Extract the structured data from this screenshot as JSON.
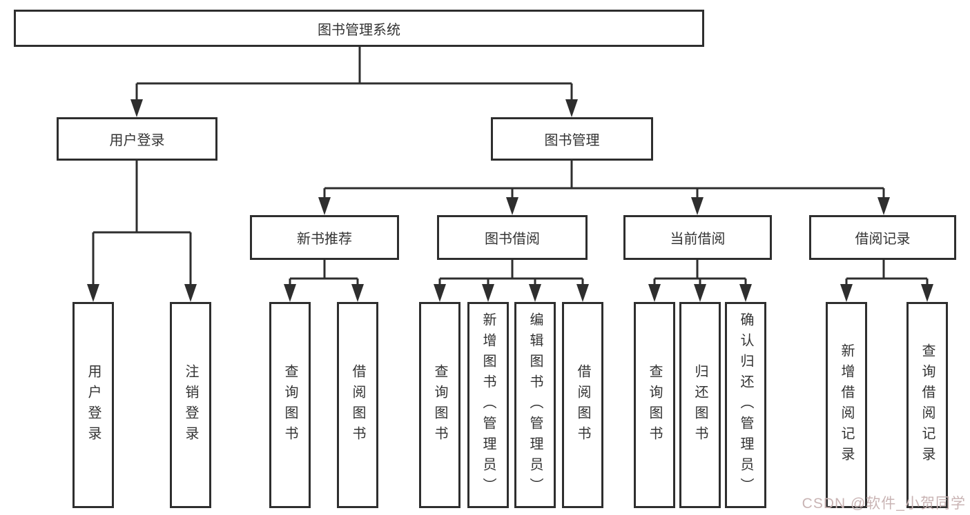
{
  "diagram": {
    "title": "图书管理系统",
    "branches": [
      {
        "label": "用户登录",
        "children": [
          {
            "label": "用户登录"
          },
          {
            "label": "注销登录"
          }
        ]
      },
      {
        "label": "图书管理",
        "children": [
          {
            "label": "新书推荐",
            "children": [
              {
                "label": "查询图书"
              },
              {
                "label": "借阅图书"
              }
            ]
          },
          {
            "label": "图书借阅",
            "children": [
              {
                "label": "查询图书"
              },
              {
                "label": "新增图书（管理员）"
              },
              {
                "label": "编辑图书（管理员）"
              },
              {
                "label": "借阅图书"
              }
            ]
          },
          {
            "label": "当前借阅",
            "children": [
              {
                "label": "查询图书"
              },
              {
                "label": "归还图书"
              },
              {
                "label": "确认归还（管理员）"
              }
            ]
          },
          {
            "label": "借阅记录",
            "children": [
              {
                "label": "新增借阅记录"
              },
              {
                "label": "查询借阅记录"
              }
            ]
          }
        ]
      }
    ]
  },
  "watermark": {
    "text": "CSDN @软件_小贺同学",
    "color": "#c9b4b4"
  },
  "colors": {
    "line": "#2e2e2e",
    "text": "#333333",
    "background": "#ffffff"
  }
}
